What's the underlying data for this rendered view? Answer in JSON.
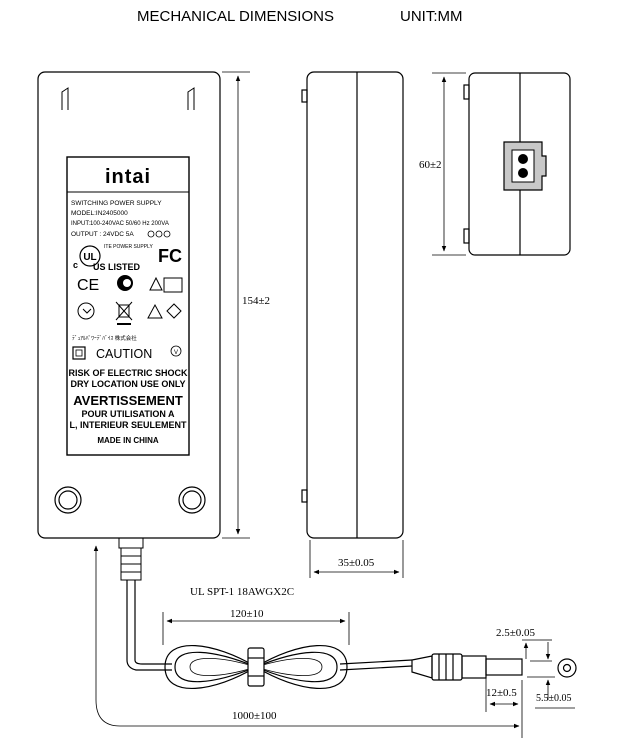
{
  "title": "MECHANICAL DIMENSIONS",
  "unit": "UNIT:MM",
  "dimensions": {
    "height": "154±2",
    "width": "60±2",
    "thickness": "35±0.05",
    "cable_spec": "UL SPT-1 18AWGX2C",
    "coil_length": "120±10",
    "cable_length": "1000±100",
    "plug_outer": "2.5±0.05",
    "plug_length": "12±0.5",
    "plug_diameter": "5.5±0.05"
  },
  "label": {
    "brand": "intai",
    "line1": "SWITCHING POWER SUPPLY",
    "model": "MODEL:IN2405000",
    "input": "INPUT:100-240VAC 50/60 Hz 200VA",
    "output": "OUTPUT : 24VDC 5A",
    "ul_text": "ITE POWER SUPPLY",
    "ul_listed": "US LISTED",
    "caution": "CAUTION",
    "warn1": "RISK OF ELECTRIC SHOCK",
    "warn2": "DRY LOCATION USE ONLY",
    "avert": "AVERTISSEMENT",
    "avert1": "POUR UTILISATION A",
    "avert2": "L, INTERIEUR SEULEMENT",
    "made_in": "MADE IN CHINA"
  }
}
